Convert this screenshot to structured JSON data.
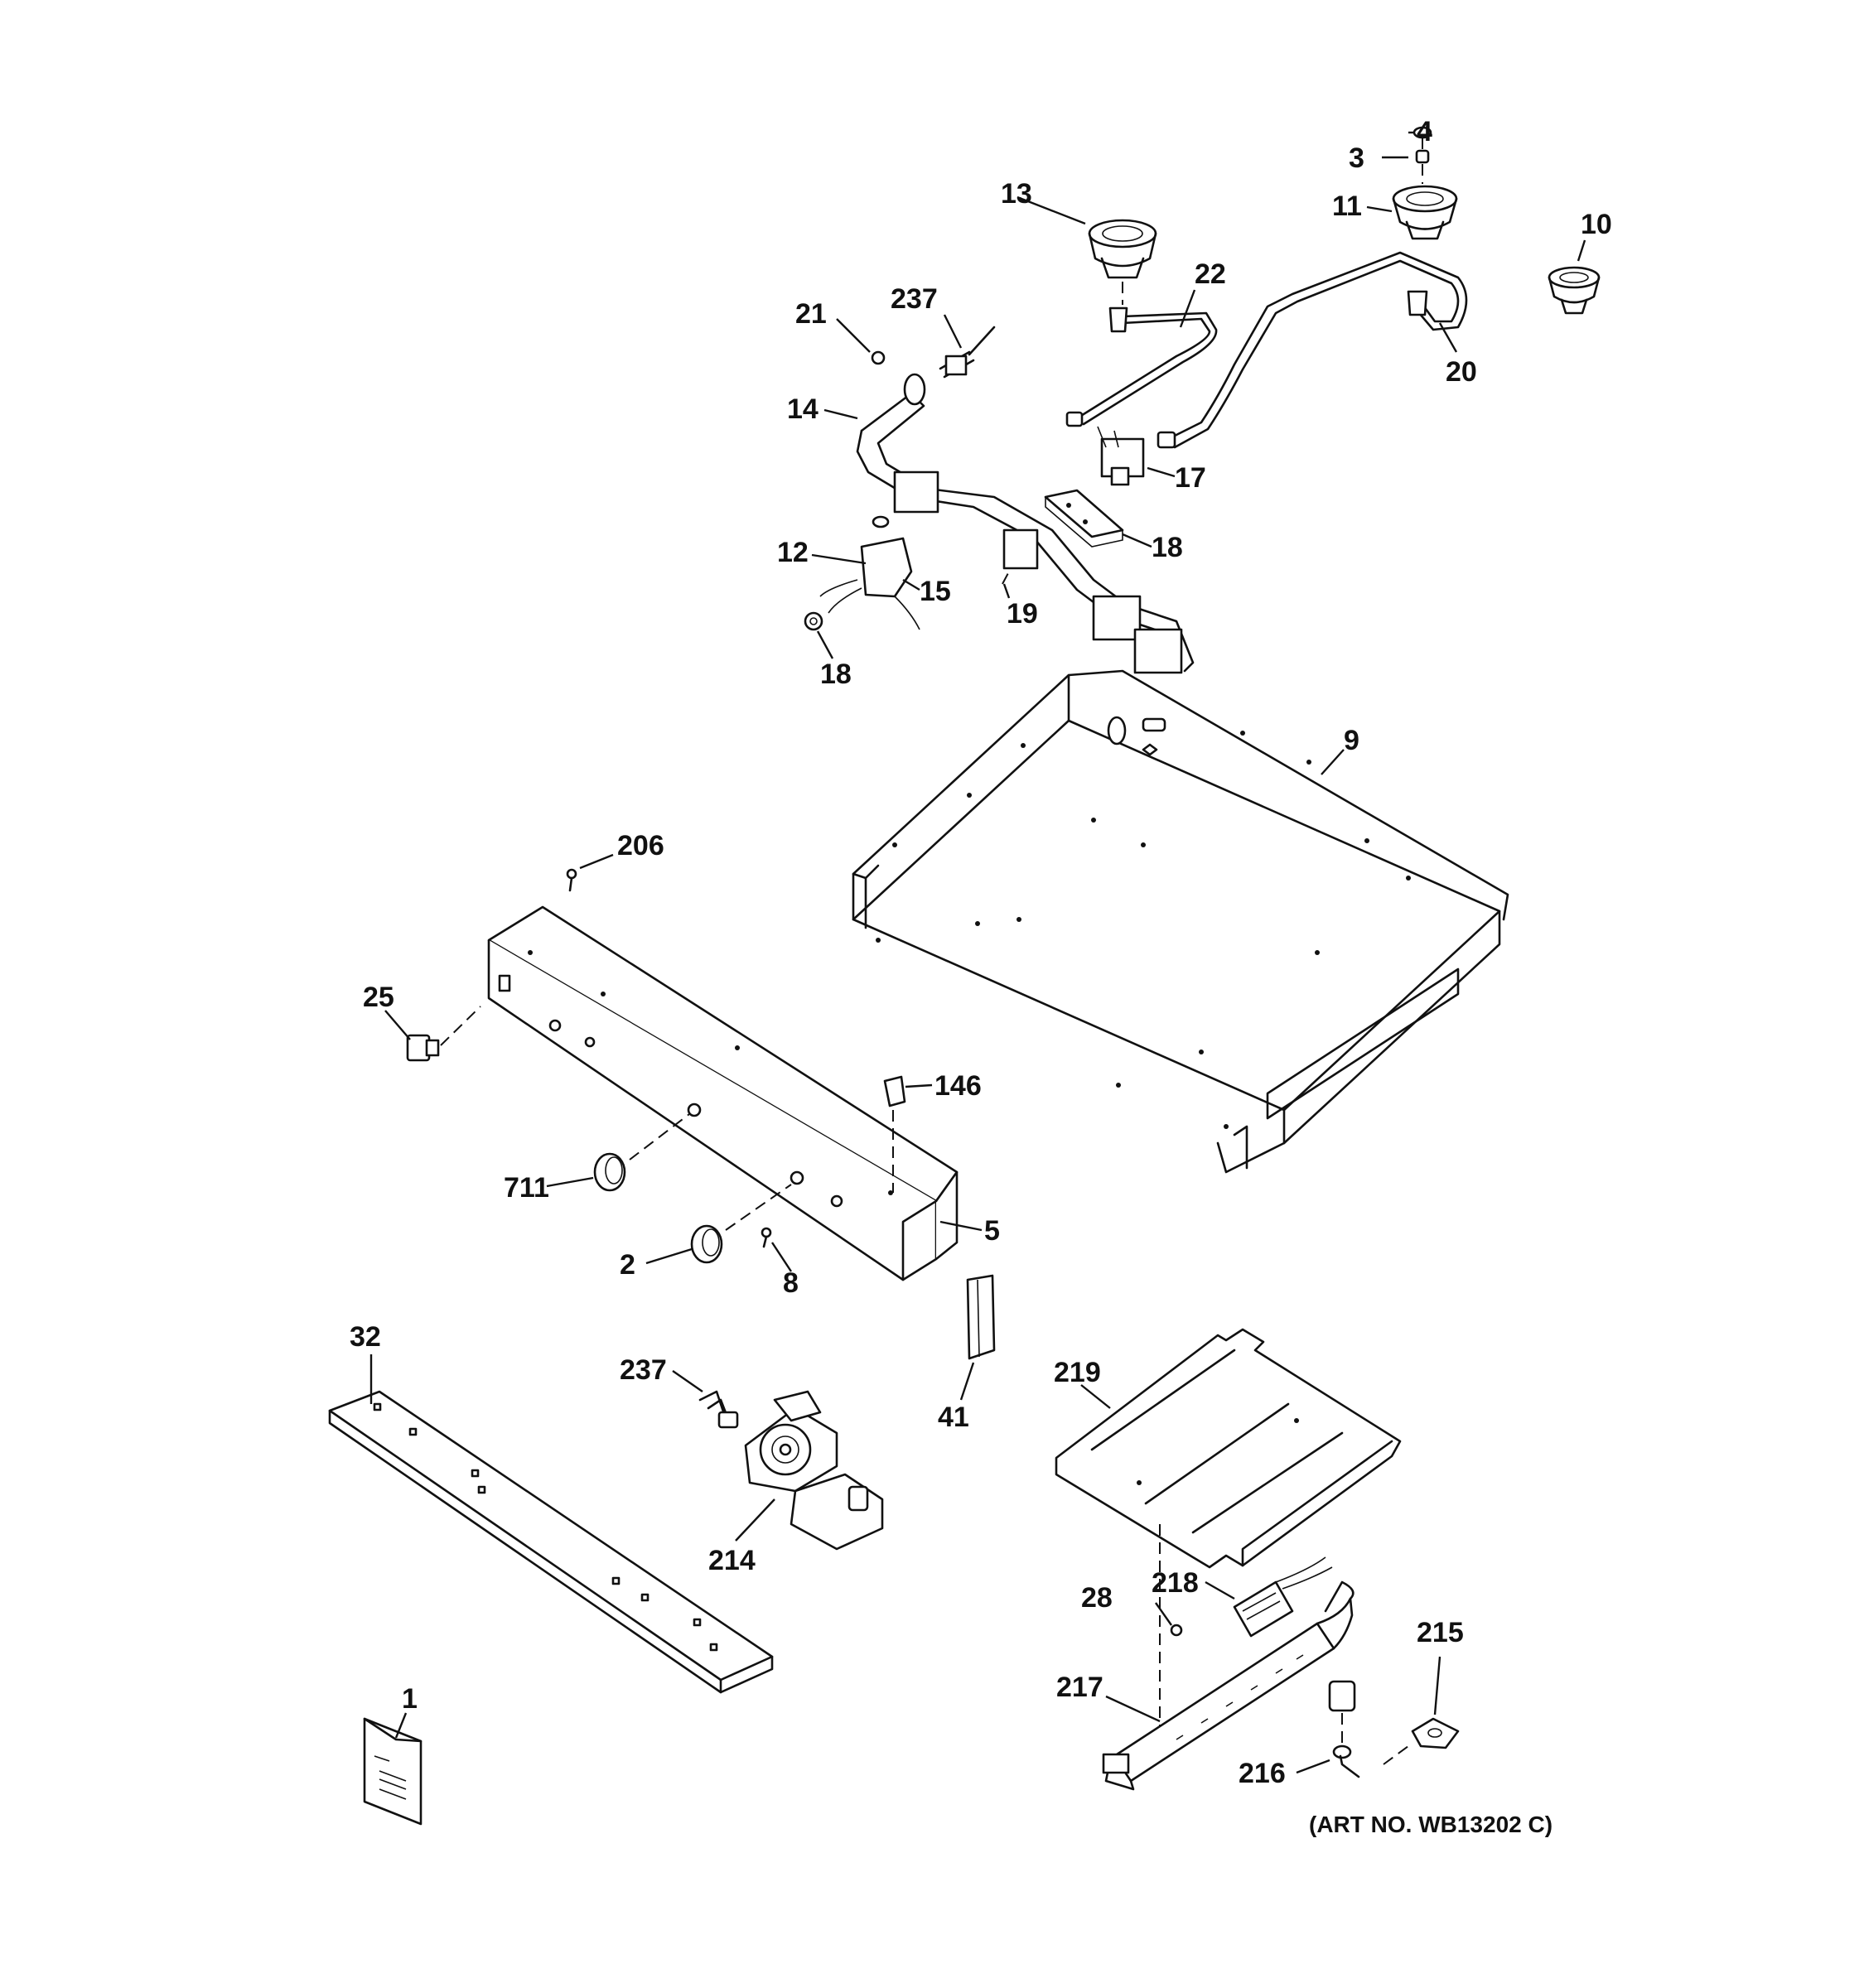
{
  "diagram": {
    "art_number": "(ART NO. WB13202 C)",
    "callouts": {
      "c1": "1",
      "c2": "2",
      "c3": "3",
      "c4": "4",
      "c5": "5",
      "c8": "8",
      "c9": "9",
      "c10": "10",
      "c11": "11",
      "c12": "12",
      "c13": "13",
      "c14": "14",
      "c15": "15",
      "c17": "17",
      "c18a": "18",
      "c18b": "18",
      "c19": "19",
      "c20": "20",
      "c21": "21",
      "c22": "22",
      "c25": "25",
      "c28": "28",
      "c32": "32",
      "c41": "41",
      "c146": "146",
      "c206": "206",
      "c214": "214",
      "c215": "215",
      "c216": "216",
      "c217": "217",
      "c218": "218",
      "c219": "219",
      "c237a": "237",
      "c237b": "237",
      "c711": "711"
    }
  }
}
